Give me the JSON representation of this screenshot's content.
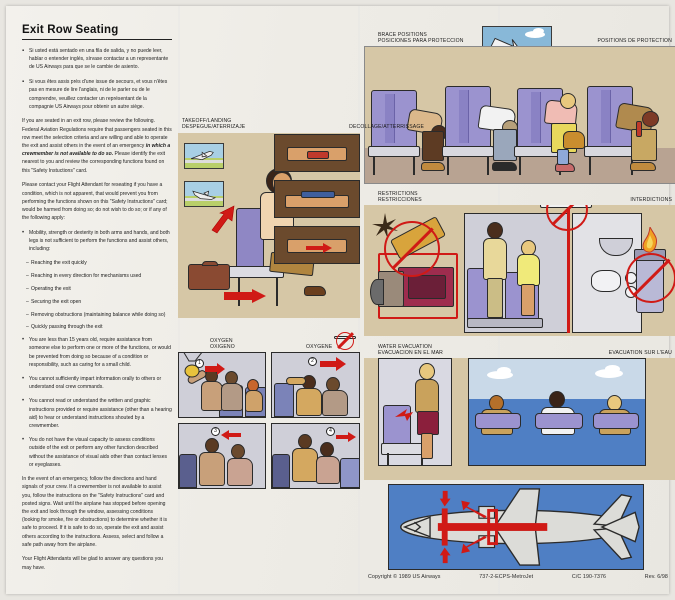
{
  "document": {
    "title": "Exit Row Seating",
    "type": "airline-safety-instruction-card"
  },
  "left_column": {
    "title": "Exit Row Seating",
    "bullets_top": [
      "Si usted está sentado en una fila de salida, y no puede leer, hablar o entender inglés, sírvase contactar a un representante de US Airways para que se le cambie de asiento.",
      "Si vous êtes assis près d'une issue de secours, et vous n'êtes pas en mesure de lire l'anglais, ni de le parler ou de le comprendre, veuillez contacter un représentant de la compagnie US Airways pour obtenir un autre siège."
    ],
    "para_1_a": "If you are seated in an exit row, please review the following. Federal Aviation Regulations require that passengers seated in this row meet the selection criteria and are willing and able to operate the exit and assist others in the event of an emergency ",
    "para_1_em": "in which a crewmember is not available to do so.",
    "para_1_b": " Please identify the exit nearest to you and review the corresponding functions found on this \"Safety Instuctions\" card.",
    "para_2": "Please contact your Flight Attendant for reseating if you have a condition, which is not apparent, that would prevent you from performing the functions shown on this \"Safety Instructions\" card; would be harmed from doing so; do not wish to do so; or if any of the following apply:",
    "bullet_mobility": "Mobility, strength or dexterity in both arms and hands, and both legs is not sufficient to perform the functions and assist others, including:",
    "dashes": [
      "Reaching the exit quickly",
      "Reaching in every direction for mechanisms used",
      "Operating the exit",
      "Securing the exit open",
      "Removing obstructions (maintaining balance while doing so)",
      "Quickly passing through the exit"
    ],
    "bullets_bottom": [
      "You are less than 15 years old, require assistance from someone else to perform one or more of the functions, or would be prevented from doing so because of a condition or responsibility, such as caring for a small child.",
      "You cannot sufficiently impart information orally to others or understand oral crew commands.",
      "You cannot read or understand the written and graphic instructions provided or require assistance (other than a hearing aid) to hear or understand instructions shouted by a crewmember.",
      "You do not have the visual capacity to assess conditions outside of the exit or perform any other function described without the assistance of visual aids other than contact lenses or eyeglasses."
    ],
    "para_3": "In the event of an emergency, follow the directions and hand signals of your crew. If a crewmember is not available to assist you, follow the instructions on the \"Safety Instructions\" card and posted signs. Wait until the airplane has stopped before opening the exit and look through the window, assessing conditions (looking for smoke, fire or obstructions) to determine whether it is safe to proceed. If it is safe to do so, operate the exit and assist others according to the instructions. Assess, select and follow a safe path away from the airplane.",
    "para_4": "Your Flight Attendants will be glad to answer any questions you may have."
  },
  "panels": {
    "takeoff_landing": {
      "label_en": "TAKEOFF/LANDING",
      "label_es": "DESPEGUE/ATERRIZAJE",
      "label_fr": "DECOLLAGE/ATTERRISSAGE"
    },
    "brace": {
      "label_en": "BRACE POSITIONS",
      "label_es": "POSICIONES PARA PROTECCION",
      "label_fr": "POSITIONS DE PROTECTION"
    },
    "restrictions": {
      "label_en": "RESTRICTIONS",
      "label_es": "RESTRICCIONES",
      "label_fr": "INTERDICTIONS"
    },
    "oxygen": {
      "label_en": "OXYGEN",
      "label_es": "OXIGENO",
      "label_fr": "OXYGENE",
      "steps": [
        "1",
        "2",
        "3",
        "4"
      ]
    },
    "water_evacuation": {
      "label_en": "WATER EVACUATION",
      "label_es": "EVACUACION EN EL MAR",
      "label_fr": "EVACUATION SUR L'EAU"
    }
  },
  "footer": {
    "copyright": "Copyright © 1989 US Airways",
    "part_number": "737-2-ECPS-MetroJet",
    "cc_number": "C/C 190-7376",
    "revision": "Rev. 6/98"
  },
  "colors": {
    "panel_background": "#d6c7a6",
    "seat_purple": "#9b93cf",
    "prohibition_red": "#d01a16",
    "sky_blue": "#88b8d8",
    "water_blue": "#4f7fc4",
    "paper": "#f1efea"
  }
}
